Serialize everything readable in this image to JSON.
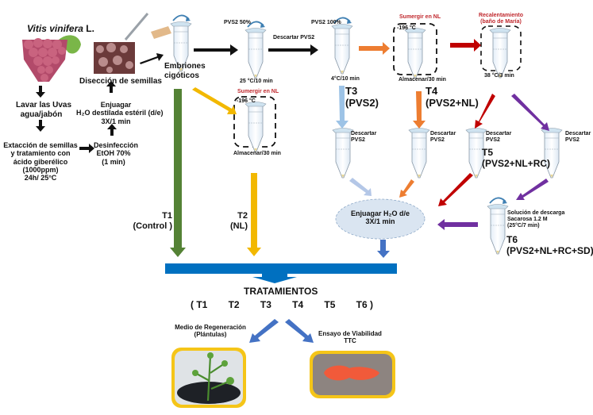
{
  "title_species": {
    "genus_species": "Vitis vinifera",
    "author": " L."
  },
  "left_steps": {
    "dissection": "Disección de semillas",
    "wash_line1": "Lavar las  Uvas",
    "wash_line2": "agua/jabón",
    "extract_lines": [
      "Extacción de semillas",
      "y tratamiento con",
      "ácido giberélico",
      "(1000ppm)",
      "24h/ 25°C"
    ],
    "rinse_lines": [
      "Enjuagar",
      "H₂O destilada estéril (d/e)",
      "3X/1 min"
    ],
    "disinfect_lines": [
      "Desinfección",
      "EtOH 70%",
      "(1 min)"
    ]
  },
  "embryos": {
    "line1": "Embriones",
    "line2": "cigóticos"
  },
  "steps": {
    "pvs2_50_label": "PVS2 50%",
    "pvs2_50_cond": "25 °C/10 min",
    "discard_pvs2": "Descartar PVS2",
    "pvs2_100_label": "PVS2 100%",
    "pvs2_100_cond": "4°C/10 min",
    "ln_title": "Sumergir en NL",
    "ln_temp": "-196 °C",
    "ln_store_30": "Almacenar/30 min",
    "rewarm_title1": "Recalentamiento",
    "rewarm_title2": "(baño de María)",
    "rewarm_cond": "38 °C/3 min",
    "t2_ln_title": "Sumergir en NL",
    "t2_ln_temp": "-196 °C",
    "t2_store": "Almacenar/30 min",
    "discard1": "Descartar",
    "discard2": "PVS2",
    "unload_lines": [
      "Solución de descarga",
      "Sacarosa 1.2 M",
      "(25°C/7 min)"
    ],
    "rinse_ellipse_line1": "Enjuagar  H₂O d/e",
    "rinse_ellipse_line2": "3X/1 min"
  },
  "treatments": [
    {
      "id": "T1",
      "desc": "(Control )",
      "color": "#548235"
    },
    {
      "id": "T2",
      "desc": "(NL)",
      "color": "#f2b800"
    },
    {
      "id": "T3",
      "desc": "(PVS2)",
      "color": "#9dc3e6"
    },
    {
      "id": "T4",
      "desc": "(PVS2+NL)",
      "color": "#ed7d31"
    },
    {
      "id": "T5",
      "desc": "(PVS2+NL+RC)",
      "color": "#c00000"
    },
    {
      "id": "T6",
      "desc": "(PVS2+NL+RC+SD)",
      "color": "#7030a0"
    }
  ],
  "summary": {
    "title": "TRATAMIENTOS",
    "list": [
      "( T1",
      "T2",
      "T3",
      "T4",
      "T5",
      "T6 )"
    ],
    "bar_color": "#0070c0"
  },
  "outcomes": {
    "regen_line1": "Medio de Regeneración",
    "regen_line2": "(Plántulas)",
    "viab_line1": "Ensayo de Viabilidad",
    "viab_line2": "TTC"
  }
}
